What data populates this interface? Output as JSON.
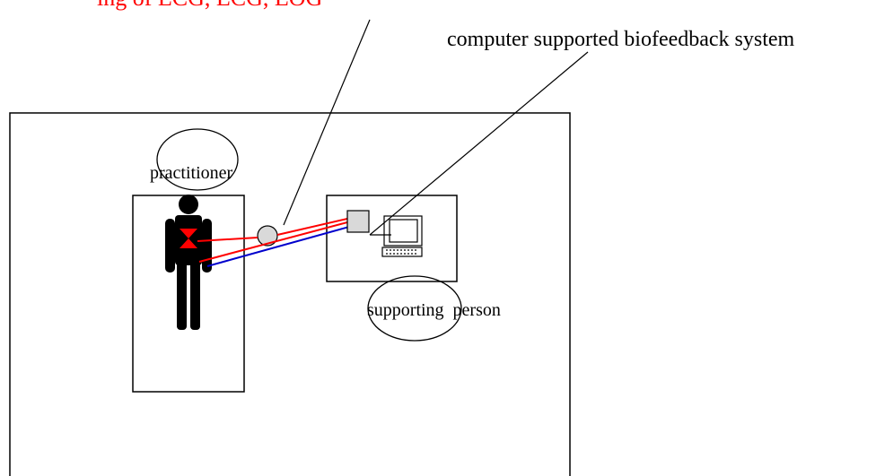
{
  "labels": {
    "top_red": "ing of ECG, ECG, EOG",
    "biofeedback": "computer supported biofeedback system",
    "practitioner": "practitioner",
    "supporting_person": "supporting  person"
  },
  "colors": {
    "accent_red": "#ff0000",
    "accent_blue": "#0000cc",
    "device_gray": "#d9d9d9",
    "figure": "#000000"
  },
  "icons": {
    "person": "human-figure-icon",
    "sensor": "sensor-circle-icon",
    "amplifier": "amplifier-box-icon",
    "computer": "computer-icon"
  }
}
